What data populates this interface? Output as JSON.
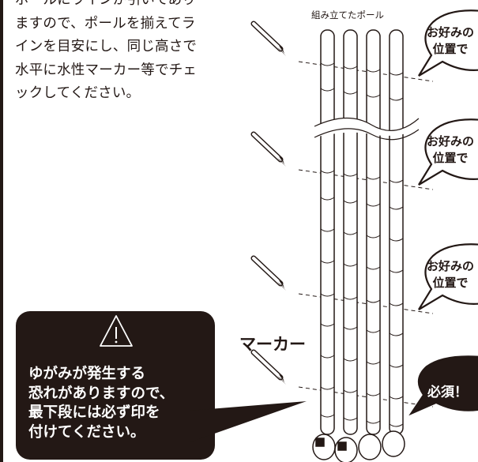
{
  "instructions": {
    "lines": [
      "ポールにラインが引いてあり",
      "ますので、ポールを揃えてラ",
      "インを目安にし、同じ高さで",
      "水平に水性マーカー等でチェ",
      "ックしてください。"
    ]
  },
  "poles_caption": "組み立てたポール",
  "marker_label": "マーカー",
  "position_bubbles": [
    {
      "line1": "お好みの",
      "line2": "位置で"
    },
    {
      "line1": "お好みの",
      "line2": "位置で"
    },
    {
      "line1": "お好みの",
      "line2": "位置で"
    }
  ],
  "required_label": "必須！",
  "warning": {
    "icon": "warning-triangle-icon",
    "lines": [
      "ゆがみが発生する",
      "恐れがありますので、",
      "最下段には必ず印を",
      "付けてください。"
    ]
  },
  "colors": {
    "ink": "#231815",
    "dark_box": "#231815",
    "paper": "#ffffff"
  }
}
